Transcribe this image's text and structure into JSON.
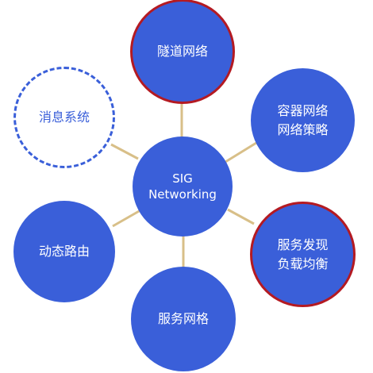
{
  "colors": {
    "node_fill": "#3a5fd9",
    "highlight_border": "#b41a22",
    "dashed_border": "#3a5fd9",
    "connector": "#d8bf88"
  },
  "diagram": {
    "center": {
      "label": "SIG\nNetworking"
    },
    "nodes": [
      {
        "id": "tunnel",
        "label": "隧道网络",
        "style": "highlighted"
      },
      {
        "id": "container",
        "label": "容器网络\n网络策略",
        "style": "filled"
      },
      {
        "id": "discovery",
        "label": "服务发现\n负载均衡",
        "style": "highlighted"
      },
      {
        "id": "mesh",
        "label": "服务网格",
        "style": "filled"
      },
      {
        "id": "routing",
        "label": "动态路由",
        "style": "filled"
      },
      {
        "id": "messaging",
        "label": "消息系统",
        "style": "dashed"
      }
    ]
  }
}
